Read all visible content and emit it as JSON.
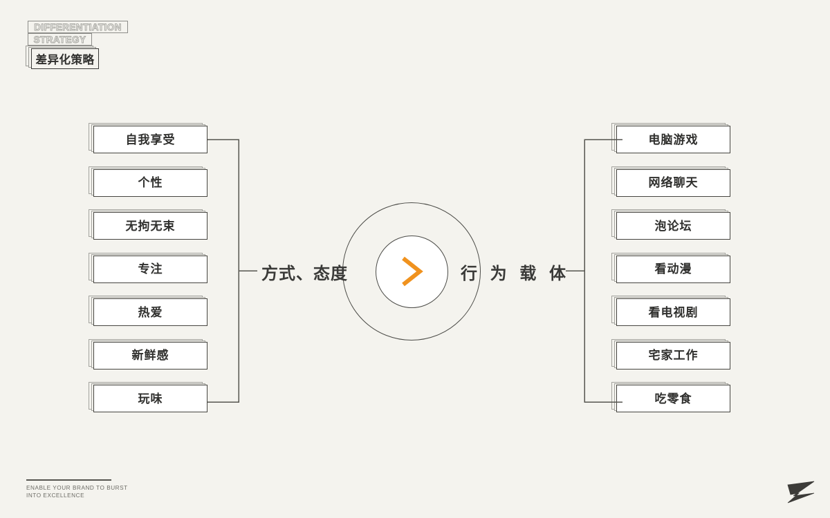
{
  "page": {
    "background_color": "#f4f3ee",
    "accent_color": "#f0921e",
    "ink_color": "#3a3a38"
  },
  "logo": {
    "en_line1": "DIFFERENTIATION",
    "en_line2": "STRATEGY",
    "cn_label": "差异化策略",
    "mark": "Z"
  },
  "center": {
    "left_label": "方式、态度",
    "right_label": "行 为 载 体",
    "arrow_icon": "chevron-right-icon",
    "arrow_color": "#f0921e"
  },
  "left_column": {
    "title": "方式、态度",
    "items": [
      {
        "label": "自我享受"
      },
      {
        "label": "个性"
      },
      {
        "label": "无拘无束"
      },
      {
        "label": "专注"
      },
      {
        "label": "热爱"
      },
      {
        "label": "新鲜感"
      },
      {
        "label": "玩味"
      }
    ]
  },
  "right_column": {
    "title": "行 为 载 体",
    "items": [
      {
        "label": "电脑游戏"
      },
      {
        "label": "网络聊天"
      },
      {
        "label": "泡论坛"
      },
      {
        "label": "看动漫"
      },
      {
        "label": "看电视剧"
      },
      {
        "label": "宅家工作"
      },
      {
        "label": "吃零食"
      }
    ]
  },
  "footer": {
    "line1": "ENABLE YOUR BRAND TO BURST",
    "line2": "INTO EXCELLENCE"
  }
}
